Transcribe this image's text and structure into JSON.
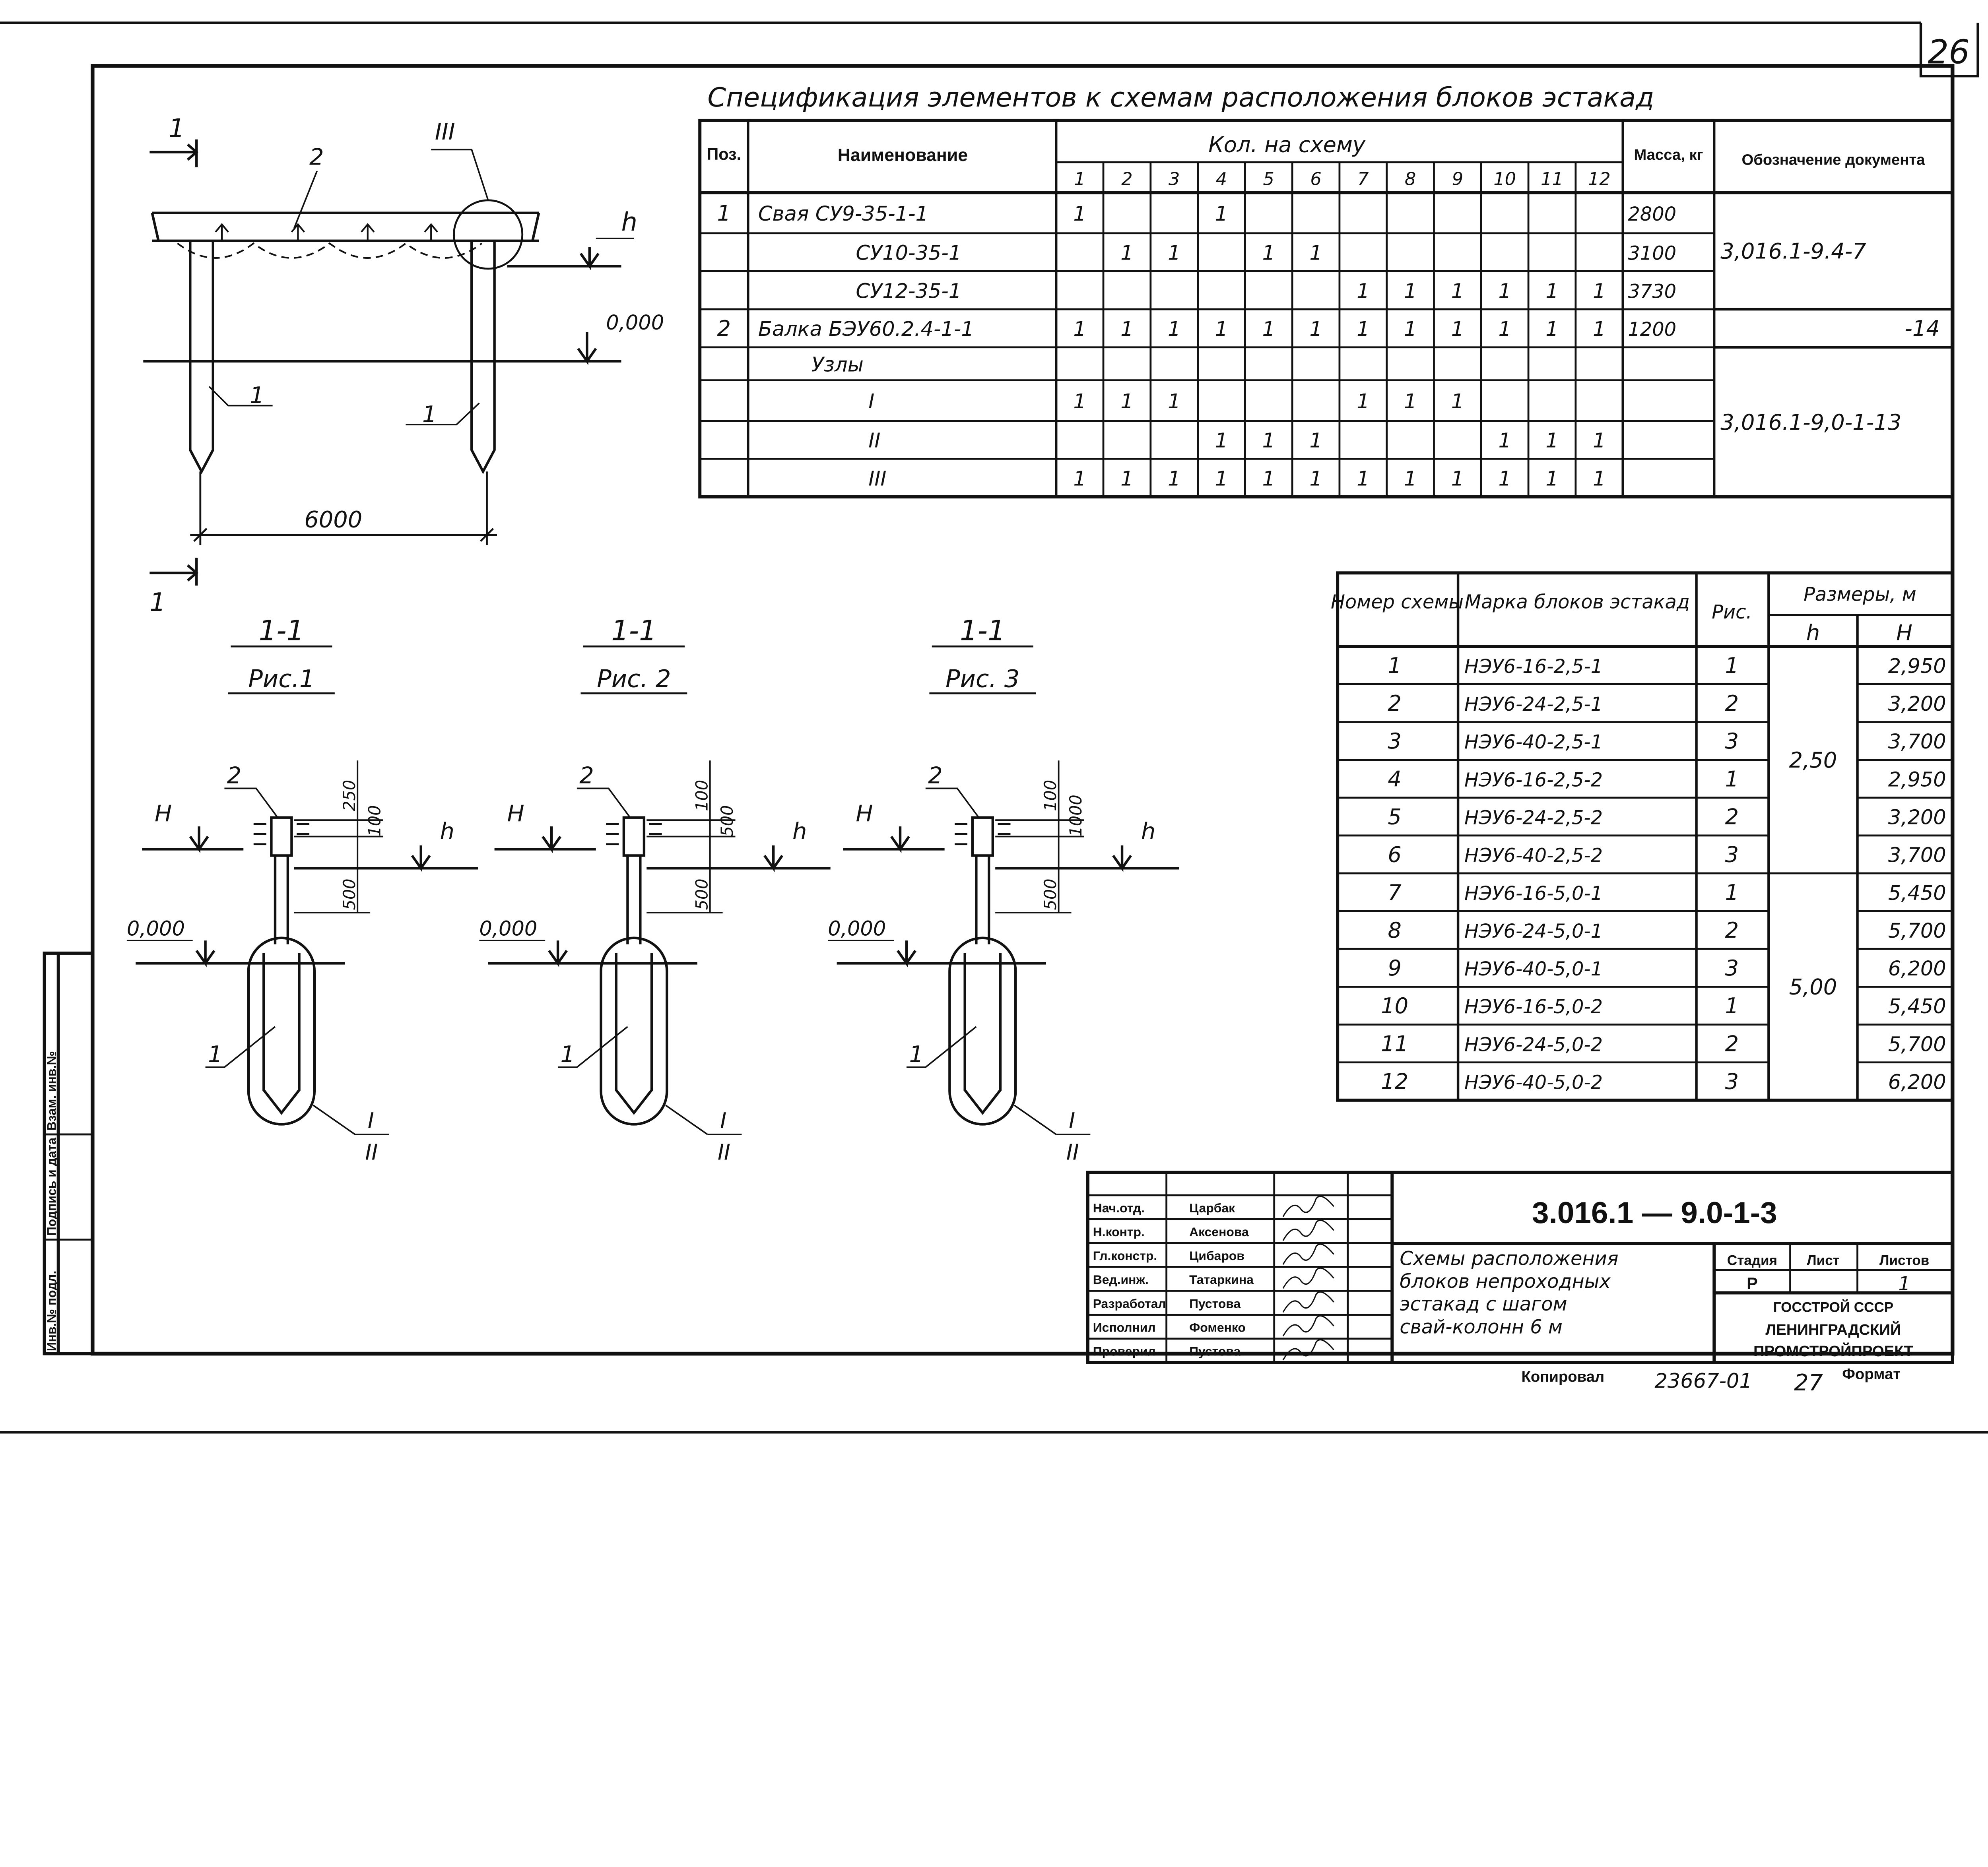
{
  "sheet_number": "26",
  "plan": {
    "section_mark_top": "1",
    "section_mark_bottom": "1",
    "label_beam": "2",
    "label_node": "III",
    "label_h": "h",
    "label_zero": "0,000",
    "label_pile_left": "1",
    "label_pile_right": "1",
    "span": "6000"
  },
  "sections": [
    {
      "title": "1-1",
      "fig": "Рис.1",
      "label_top": "2",
      "label_H": "H",
      "label_h": "h",
      "dim_a": "250",
      "dim_b": "100",
      "dim_c": "500",
      "zero": "0,000",
      "label_pile": "1",
      "node_a": "I",
      "node_b": "II"
    },
    {
      "title": "1-1",
      "fig": "Рис. 2",
      "label_top": "2",
      "label_H": "H",
      "label_h": "h",
      "dim_a": "100",
      "dim_b": "500",
      "dim_c": "500",
      "zero": "0,000",
      "label_pile": "1",
      "node_a": "I",
      "node_b": "II"
    },
    {
      "title": "1-1",
      "fig": "Рис. 3",
      "label_top": "2",
      "label_H": "H",
      "label_h": "h",
      "dim_a": "100",
      "dim_b": "1000",
      "dim_c": "500",
      "zero": "0,000",
      "label_pile": "1",
      "node_a": "I",
      "node_b": "II"
    }
  ],
  "spec": {
    "title": "Спецификация элементов к схемам расположения блоков эстакад",
    "headers": {
      "pos": "Поз.",
      "name": "Наименование",
      "qty": "Кол. на схему",
      "mass": "Масса, кг",
      "doc": "Обозначение документа"
    },
    "scheme_numbers": [
      "1",
      "2",
      "3",
      "4",
      "5",
      "6",
      "7",
      "8",
      "9",
      "10",
      "11",
      "12"
    ],
    "rows": [
      {
        "pos": "1",
        "name": "Свая СУ9-35-1-1",
        "qty": [
          "1",
          "",
          "",
          "1",
          "",
          "",
          "",
          "",
          "",
          "",
          "",
          ""
        ],
        "mass": "2800"
      },
      {
        "pos": "",
        "name": "СУ10-35-1",
        "qty": [
          "",
          "1",
          "1",
          "",
          "1",
          "1",
          "",
          "",
          "",
          "",
          "",
          ""
        ],
        "mass": "3100"
      },
      {
        "pos": "",
        "name": "СУ12-35-1",
        "qty": [
          "",
          "",
          "",
          "",
          "",
          "",
          "1",
          "1",
          "1",
          "1",
          "1",
          "1"
        ],
        "mass": "3730"
      },
      {
        "pos": "2",
        "name": "Балка БЭУ60.2.4-1-1",
        "qty": [
          "1",
          "1",
          "1",
          "1",
          "1",
          "1",
          "1",
          "1",
          "1",
          "1",
          "1",
          "1"
        ],
        "mass": "1200"
      },
      {
        "pos": "",
        "name": "Узлы",
        "qty": [
          "",
          "",
          "",
          "",
          "",
          "",
          "",
          "",
          "",
          "",
          "",
          ""
        ],
        "mass": ""
      },
      {
        "pos": "",
        "name": "I",
        "qty": [
          "1",
          "1",
          "1",
          "",
          "",
          "",
          "1",
          "1",
          "1",
          "",
          "",
          ""
        ],
        "mass": ""
      },
      {
        "pos": "",
        "name": "II",
        "qty": [
          "",
          "",
          "",
          "1",
          "1",
          "1",
          "",
          "",
          "",
          "1",
          "1",
          "1"
        ],
        "mass": ""
      },
      {
        "pos": "",
        "name": "III",
        "qty": [
          "1",
          "1",
          "1",
          "1",
          "1",
          "1",
          "1",
          "1",
          "1",
          "1",
          "1",
          "1"
        ],
        "mass": ""
      }
    ],
    "docs": [
      {
        "text": "3,016.1-9.4-7",
        "rows": [
          0,
          2
        ]
      },
      {
        "text": "-14",
        "rows": [
          3,
          3
        ]
      },
      {
        "text": "3,016.1-9,0-1-13",
        "rows": [
          4,
          7
        ]
      }
    ]
  },
  "schemes": {
    "headers": {
      "num": "Номер схемы",
      "mark": "Марка блоков эстакад",
      "fig": "Рис.",
      "sizes": "Размеры, м",
      "h": "h",
      "H": "H"
    },
    "rows": [
      {
        "num": "1",
        "mark": "НЭУ6-16-2,5-1",
        "fig": "1",
        "H": "2,950"
      },
      {
        "num": "2",
        "mark": "НЭУ6-24-2,5-1",
        "fig": "2",
        "H": "3,200"
      },
      {
        "num": "3",
        "mark": "НЭУ6-40-2,5-1",
        "fig": "3",
        "H": "3,700"
      },
      {
        "num": "4",
        "mark": "НЭУ6-16-2,5-2",
        "fig": "1",
        "H": "2,950"
      },
      {
        "num": "5",
        "mark": "НЭУ6-24-2,5-2",
        "fig": "2",
        "H": "3,200"
      },
      {
        "num": "6",
        "mark": "НЭУ6-40-2,5-2",
        "fig": "3",
        "H": "3,700"
      },
      {
        "num": "7",
        "mark": "НЭУ6-16-5,0-1",
        "fig": "1",
        "H": "5,450"
      },
      {
        "num": "8",
        "mark": "НЭУ6-24-5,0-1",
        "fig": "2",
        "H": "5,700"
      },
      {
        "num": "9",
        "mark": "НЭУ6-40-5,0-1",
        "fig": "3",
        "H": "6,200"
      },
      {
        "num": "10",
        "mark": "НЭУ6-16-5,0-2",
        "fig": "1",
        "H": "5,450"
      },
      {
        "num": "11",
        "mark": "НЭУ6-24-5,0-2",
        "fig": "2",
        "H": "5,700"
      },
      {
        "num": "12",
        "mark": "НЭУ6-40-5,0-2",
        "fig": "3",
        "H": "6,200"
      }
    ],
    "h_groups": [
      {
        "text": "2,50",
        "rows": [
          0,
          5
        ]
      },
      {
        "text": "5,00",
        "rows": [
          6,
          11
        ]
      }
    ]
  },
  "title_block": {
    "code": "3.016.1 — 9.0-1-3",
    "staff": [
      {
        "role": "Нач.отд.",
        "name": "Царбак"
      },
      {
        "role": "Н.контр.",
        "name": "Аксенова"
      },
      {
        "role": "Гл.констр.",
        "name": "Цибаров"
      },
      {
        "role": "Вед.инж.",
        "name": "Татаркина"
      },
      {
        "role": "Разработал",
        "name": "Пустова"
      },
      {
        "role": "Исполнил",
        "name": "Фоменко"
      },
      {
        "role": "Проверил",
        "name": "Пустова"
      }
    ],
    "description": [
      "Схемы расположения",
      "блоков непроходных",
      "эстакад с шагом",
      "свай-колонн 6 м"
    ],
    "stage_label": "Стадия",
    "sheet_label": "Лист",
    "sheets_label": "Листов",
    "stage": "Р",
    "sheets": "1",
    "org": [
      "ГОССТРОЙ СССР",
      "ЛЕНИНГРАДСКИЙ",
      "ПРОМСТРОЙПРОЕКТ"
    ]
  },
  "footer": {
    "copied": "Копировал",
    "order": "23667-01",
    "number": "27",
    "format": "Формат"
  },
  "stamp": {
    "inv_orig": "Инв.№ подл.",
    "sign_date": "Подпись и дата",
    "inv_repl": "Взам. инв.№"
  }
}
